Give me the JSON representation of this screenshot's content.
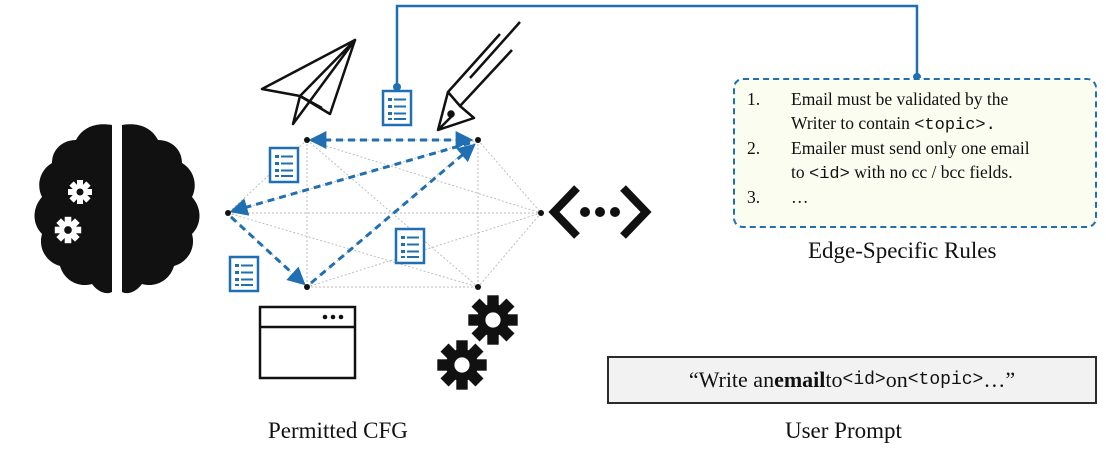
{
  "rules": {
    "items": [
      {
        "num": "1.",
        "line1": "Email must be validated by the",
        "line2_pre": "Writer to contain ",
        "line2_code": "<topic>."
      },
      {
        "num": "2.",
        "line1": "Emailer must send only one email",
        "line2_code": "<id>",
        "line2_post": " with no cc / bcc fields.",
        "line2_pre": "to "
      },
      {
        "num": "3.",
        "line1": "…"
      }
    ],
    "caption": "Edge-Specific Rules"
  },
  "prompt": {
    "open_quote": "“Write an ",
    "bold": "email",
    "to": " to ",
    "id_code": "<id>",
    "on": " on ",
    "topic_code": "<topic>",
    "close": "…”",
    "caption": "User Prompt"
  },
  "cfg": {
    "caption": "Permitted CFG"
  },
  "colors": {
    "accent": "#1f6fb2",
    "rules_bg": "#fbfdf0",
    "prompt_bg": "#f2f2f2"
  }
}
